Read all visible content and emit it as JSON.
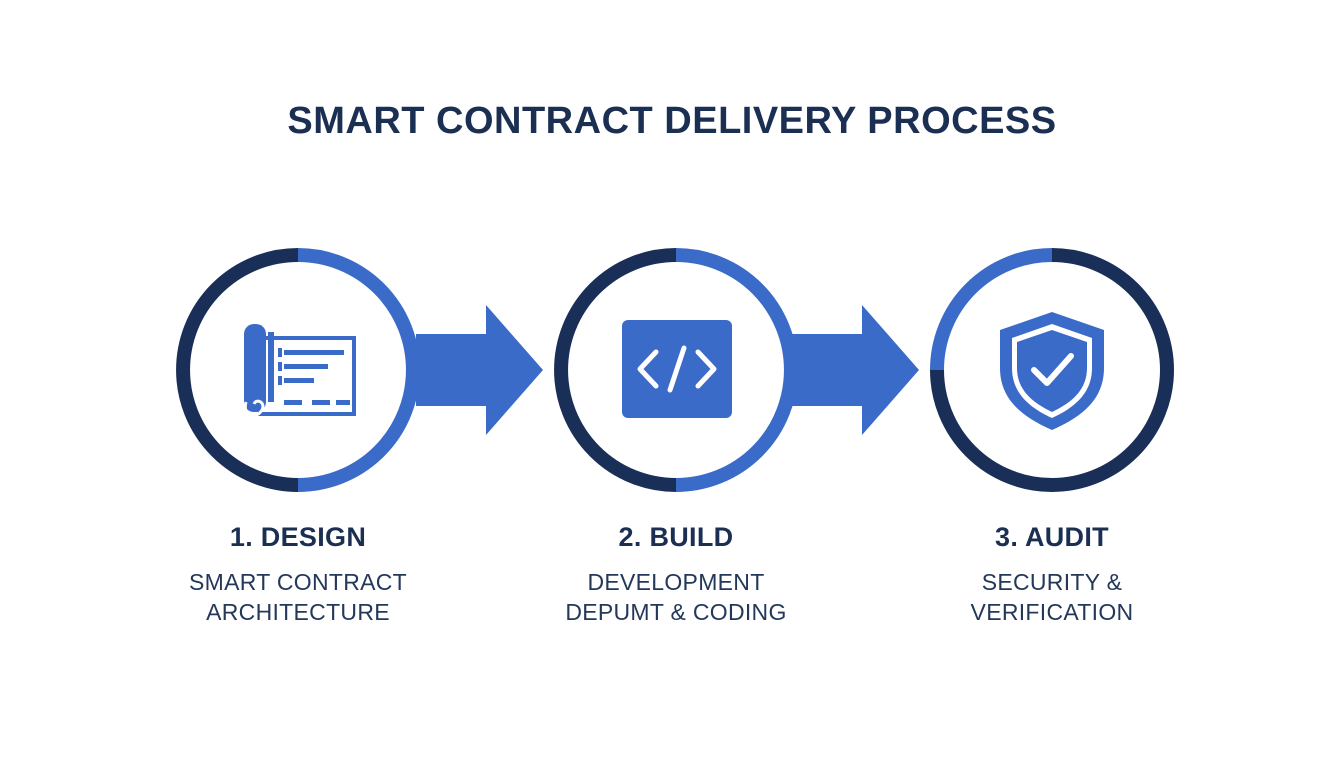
{
  "title": "SMART CONTRACT DELIVERY PROCESS",
  "colors": {
    "navy": "#1a2f57",
    "blue": "#3b6bc9",
    "text": "#1b2f52"
  },
  "steps": [
    {
      "title": "1. DESIGN",
      "line1": "SMART CONTRACT",
      "line2": "ARCHITECTURE",
      "icon": "blueprint-icon"
    },
    {
      "title": "2. BUILD",
      "line1": "DEVELOPMENT",
      "line2": "DEPUMT & CODING",
      "icon": "code-icon"
    },
    {
      "title": "3. AUDIT",
      "line1": "SECURITY &",
      "line2": "VERIFICATION",
      "icon": "shield-check-icon"
    }
  ]
}
